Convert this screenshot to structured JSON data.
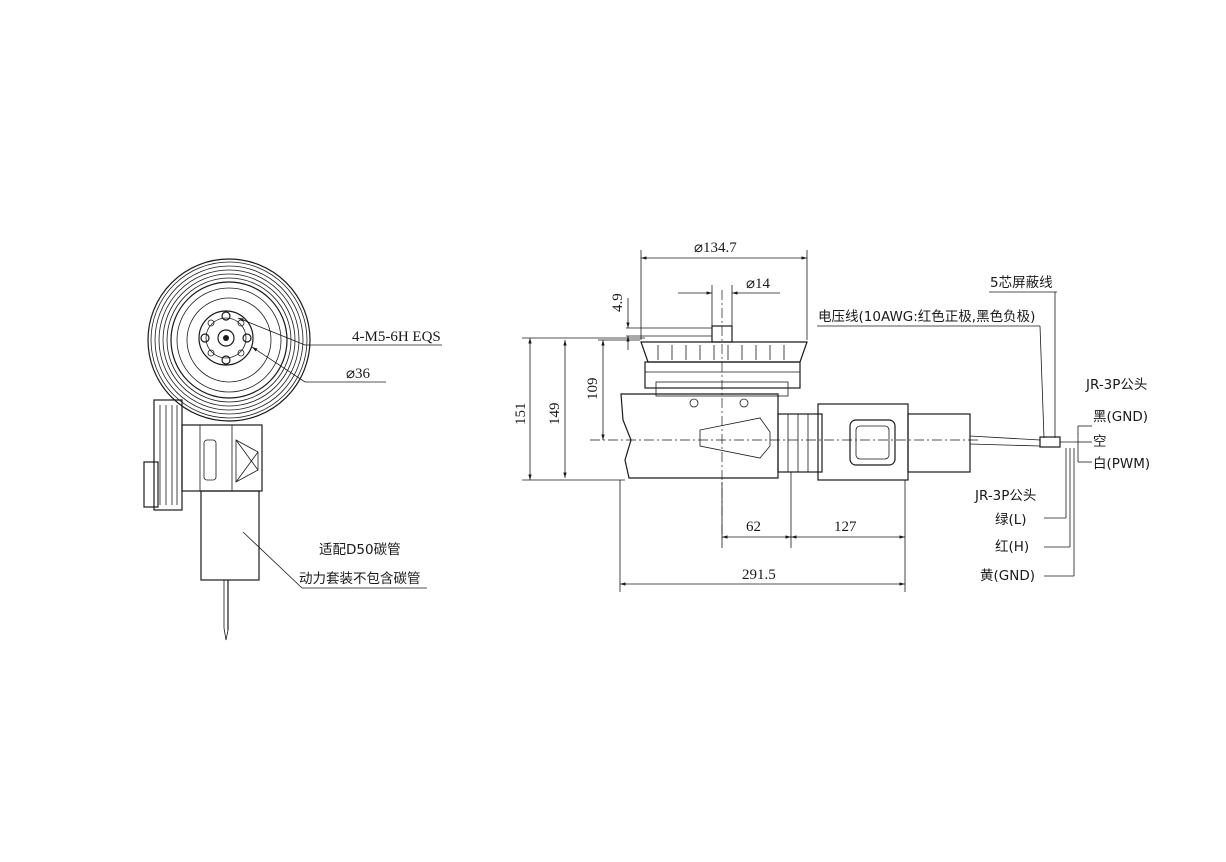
{
  "front_view": {
    "labels": {
      "holes": "4-M5-6H EQS",
      "bore": "⌀36",
      "tube_fit": "适配D50碳管",
      "tube_note": "动力套装不包含碳管"
    }
  },
  "side_view": {
    "dimensions": {
      "prop_dia": "⌀134.7",
      "shaft_dia": "⌀14",
      "offset": "4.9",
      "h151": "151",
      "h149": "149",
      "h109": "109",
      "w62": "62",
      "w127": "127",
      "w291": "291.5"
    },
    "labels": {
      "shield_cable": "5芯屏蔽线",
      "power_cable": "电压线(10AWG:红色正极,黑色负极)",
      "jr_top": "JR-3P公头",
      "black_gnd": "黑(GND)",
      "empty": "空",
      "white_pwm": "白(PWM)",
      "jr_bottom": "JR-3P公头",
      "green_l": "绿(L)",
      "red_h": "红(H)",
      "yellow_gnd": "黄(GND)"
    }
  }
}
